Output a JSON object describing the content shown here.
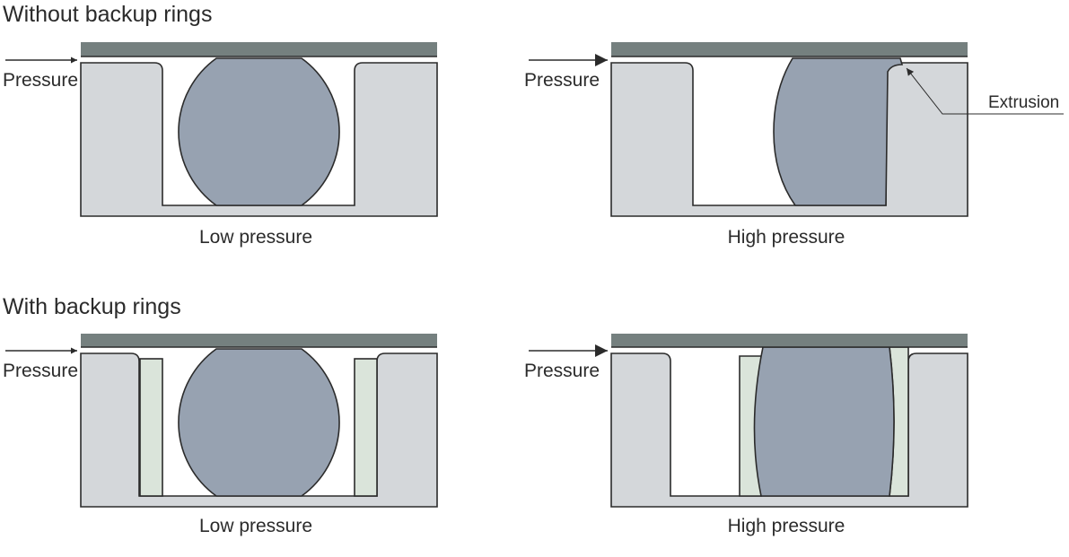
{
  "sections": [
    {
      "title": "Without backup rings",
      "panels": [
        {
          "pressure_label": "Pressure",
          "caption": "Low pressure"
        },
        {
          "pressure_label": "Pressure",
          "caption": "High pressure",
          "callout": "Extrusion"
        }
      ]
    },
    {
      "title": "With backup rings",
      "panels": [
        {
          "pressure_label": "Pressure",
          "caption": "Low pressure"
        },
        {
          "pressure_label": "Pressure",
          "caption": "High pressure"
        }
      ]
    }
  ],
  "colors": {
    "housing": "#d4d7da",
    "shaft": "#75807f",
    "o_ring": "#97a2b1",
    "backup_ring": "#dae4da",
    "outline": "#2b2b2b"
  }
}
